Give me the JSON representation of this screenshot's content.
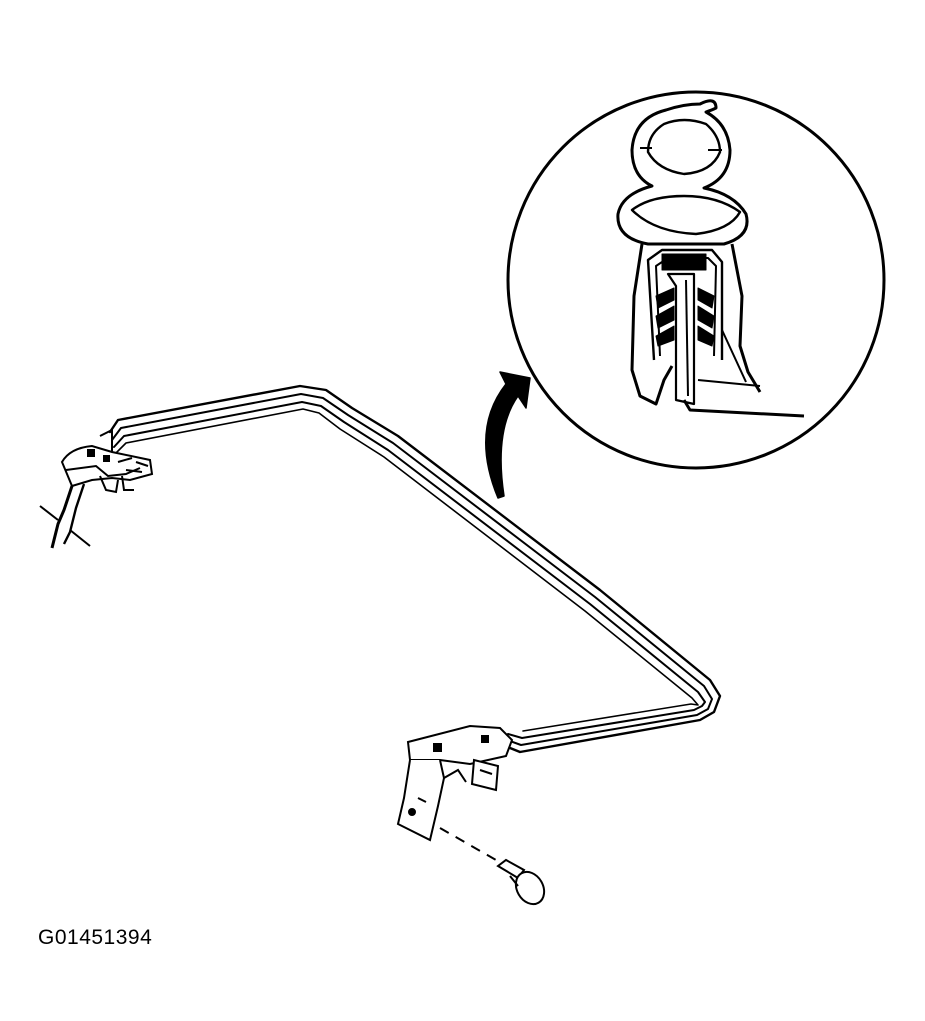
{
  "figure": {
    "id_label": "G01451394"
  },
  "parts": {
    "weatherstrip": "weatherstrip-seal",
    "detail_view": "seal-cross-section-detail",
    "fastener": "push-pin-retainer"
  },
  "colors": {
    "ink": "#000000",
    "paper": "#ffffff"
  }
}
